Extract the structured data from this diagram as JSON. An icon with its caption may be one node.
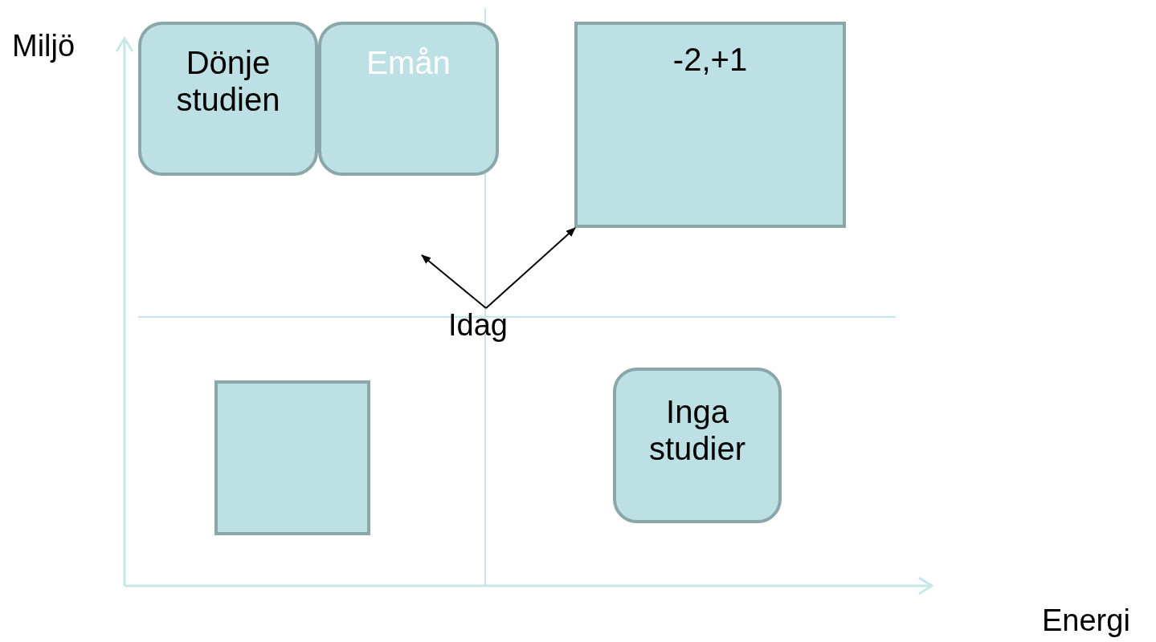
{
  "diagram": {
    "nodes": [
      {
        "text": [
          "Dönje studien"
        ]
      },
      {
        "text": [
          "Emån"
        ]
      },
      {
        "text": [
          "-2,+1"
        ]
      },
      {
        "text": [
          "Idag"
        ]
      },
      {
        "text": [],
        "shape": "box"
      },
      {
        "text": [
          "Inga studier"
        ]
      }
    ],
    "edges": [
      {
        "from": 3,
        "to": null,
        "arrow": "to"
      },
      {
        "from": 3,
        "to": 2,
        "arrow": "to"
      }
    ],
    "labels": [
      "Miljö",
      "Energi"
    ]
  }
}
